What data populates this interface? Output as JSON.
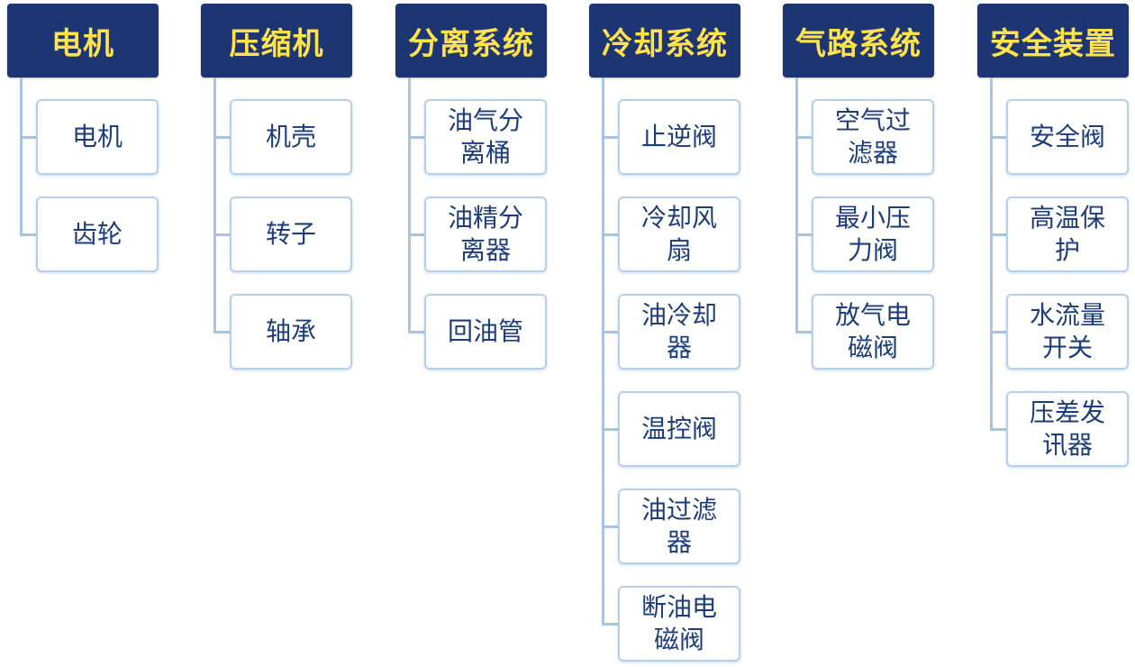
{
  "diagram": {
    "columns": [
      {
        "title": "电机",
        "items": [
          "电机",
          "齿轮"
        ]
      },
      {
        "title": "压缩机",
        "items": [
          "机壳",
          "转子",
          "轴承"
        ]
      },
      {
        "title": "分离系统",
        "items": [
          "油气分离桶",
          "油精分离器",
          "回油管"
        ]
      },
      {
        "title": "冷却系统",
        "items": [
          "止逆阀",
          "冷却风扇",
          "油冷却器",
          "温控阀",
          "油过滤器",
          "断油电磁阀"
        ]
      },
      {
        "title": "气路系统",
        "items": [
          "空气过滤器",
          "最小压力阀",
          "放气电磁阀"
        ]
      },
      {
        "title": "安全装置",
        "items": [
          "安全阀",
          "高温保护",
          "水流量开关",
          "压差发讯器"
        ]
      }
    ],
    "colors": {
      "header_bg": "#1e3573",
      "header_text": "#ffe34d",
      "child_text": "#1d3d7a",
      "child_border": "#b7d0ea",
      "connector": "#a9c3e3"
    }
  }
}
